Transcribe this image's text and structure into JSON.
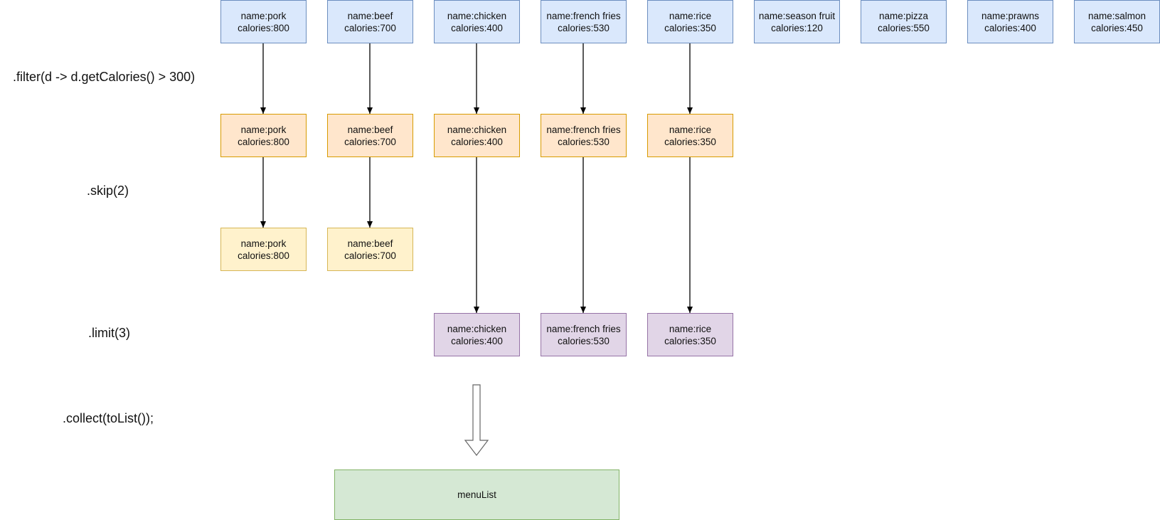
{
  "stages": {
    "filter": ".filter(d -> d.getCalories() > 300)",
    "skip": ".skip(2)",
    "limit": ".limit(3)",
    "collect": ".collect(toList());"
  },
  "source_items": [
    {
      "name": "name:pork",
      "calories": "calories:800"
    },
    {
      "name": "name:beef",
      "calories": "calories:700"
    },
    {
      "name": "name:chicken",
      "calories": "calories:400"
    },
    {
      "name": "name:french fries",
      "calories": "calories:530"
    },
    {
      "name": "name:rice",
      "calories": "calories:350"
    },
    {
      "name": "name:season fruit",
      "calories": "calories:120"
    },
    {
      "name": "name:pizza",
      "calories": "calories:550"
    },
    {
      "name": "name:prawns",
      "calories": "calories:400"
    },
    {
      "name": "name:salmon",
      "calories": "calories:450"
    }
  ],
  "filtered_items": [
    {
      "name": "name:pork",
      "calories": "calories:800"
    },
    {
      "name": "name:beef",
      "calories": "calories:700"
    },
    {
      "name": "name:chicken",
      "calories": "calories:400"
    },
    {
      "name": "name:french fries",
      "calories": "calories:530"
    },
    {
      "name": "name:rice",
      "calories": "calories:350"
    }
  ],
  "skipped_items": [
    {
      "name": "name:pork",
      "calories": "calories:800"
    },
    {
      "name": "name:beef",
      "calories": "calories:700"
    }
  ],
  "limited_items": [
    {
      "name": "name:chicken",
      "calories": "calories:400"
    },
    {
      "name": "name:french fries",
      "calories": "calories:530"
    },
    {
      "name": "name:rice",
      "calories": "calories:350"
    }
  ],
  "result": {
    "label": "menuList"
  },
  "colors": {
    "source_fill": "#dae8fc",
    "source_border": "#6c8ebf",
    "filtered_fill": "#ffe6cc",
    "filtered_border": "#d79b00",
    "skipped_fill": "#fff2cc",
    "skipped_border": "#d6b656",
    "limited_fill": "#e1d5e7",
    "limited_border": "#9673a6",
    "result_fill": "#d5e8d4",
    "result_border": "#82b366"
  }
}
